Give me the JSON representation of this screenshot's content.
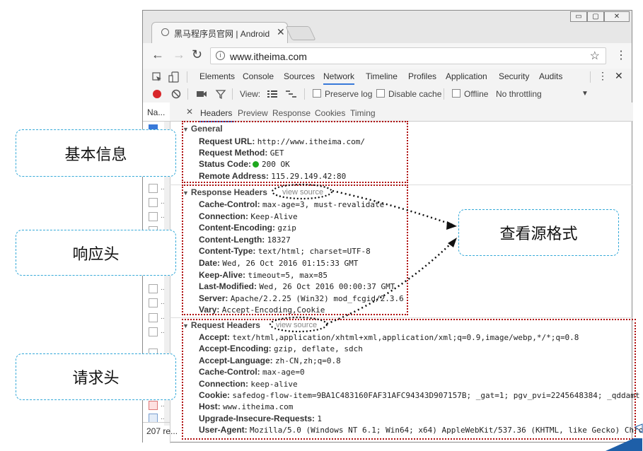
{
  "browser": {
    "tab_title": "黑马程序员官网 | Android",
    "tab_close": "✕",
    "url": "www.itheima.com",
    "win_buttons": [
      "▭",
      "▢",
      "✕"
    ]
  },
  "devtools": {
    "tabs": [
      "Elements",
      "Console",
      "Sources",
      "Network",
      "Timeline",
      "Profiles",
      "Application",
      "Security",
      "Audits"
    ],
    "active_tab": "Network",
    "toolbar": {
      "view_label": "View:",
      "preserve_log": "Preserve log",
      "disable_cache": "Disable cache",
      "offline": "Offline",
      "throttling": "No throttling"
    },
    "left": {
      "header": "Na...",
      "footer": "207 re..."
    },
    "subtabs": [
      "Headers",
      "Preview",
      "Response",
      "Cookies",
      "Timing"
    ],
    "active_subtab": "Headers"
  },
  "general": {
    "title": "General",
    "rows": [
      {
        "k": "Request URL:",
        "v": "http://www.itheima.com/"
      },
      {
        "k": "Request Method:",
        "v": "GET"
      },
      {
        "k": "Status Code:",
        "v": "200 OK"
      },
      {
        "k": "Remote Address:",
        "v": "115.29.149.42:80"
      }
    ]
  },
  "response_headers": {
    "title": "Response Headers",
    "view_source": "view source",
    "rows": [
      {
        "k": "Cache-Control:",
        "v": "max-age=3, must-revalidate"
      },
      {
        "k": "Connection:",
        "v": "Keep-Alive"
      },
      {
        "k": "Content-Encoding:",
        "v": "gzip"
      },
      {
        "k": "Content-Length:",
        "v": "18327"
      },
      {
        "k": "Content-Type:",
        "v": "text/html; charset=UTF-8"
      },
      {
        "k": "Date:",
        "v": "Wed, 26 Oct 2016 01:15:33 GMT"
      },
      {
        "k": "Keep-Alive:",
        "v": "timeout=5, max=85"
      },
      {
        "k": "Last-Modified:",
        "v": "Wed, 26 Oct 2016 00:00:37 GMT"
      },
      {
        "k": "Server:",
        "v": "Apache/2.2.25 (Win32) mod_fcgid/2.3.6"
      },
      {
        "k": "Vary:",
        "v": "Accept-Encoding,Cookie"
      }
    ]
  },
  "request_headers": {
    "title": "Request Headers",
    "view_source": "view source",
    "rows": [
      {
        "k": "Accept:",
        "v": "text/html,application/xhtml+xml,application/xml;q=0.9,image/webp,*/*;q=0.8"
      },
      {
        "k": "Accept-Encoding:",
        "v": "gzip, deflate, sdch"
      },
      {
        "k": "Accept-Language:",
        "v": "zh-CN,zh;q=0.8"
      },
      {
        "k": "Cache-Control:",
        "v": "max-age=0"
      },
      {
        "k": "Connection:",
        "v": "keep-alive"
      },
      {
        "k": "Cookie:",
        "v": "safedog-flow-item=9BA1C483160FAF31AFC94343D907157B; _gat=1; pgv_pvi=2245648384; _qddamt"
      },
      {
        "k": "Host:",
        "v": "www.itheima.com"
      },
      {
        "k": "Upgrade-Insecure-Requests:",
        "v": "1"
      },
      {
        "k": "User-Agent:",
        "v": "Mozilla/5.0 (Windows NT 6.1; Win64; x64) AppleWebKit/537.36 (KHTML, like Gecko) Chro"
      }
    ]
  },
  "callouts": {
    "basic": "基本信息",
    "response": "响应头",
    "request": "请求头",
    "source": "查看源格式"
  },
  "colors": {
    "annotation_red": "#b01010",
    "callout_border": "#35a9d8",
    "status_green": "#1fa81f",
    "accent_blue": "#3879d9"
  }
}
